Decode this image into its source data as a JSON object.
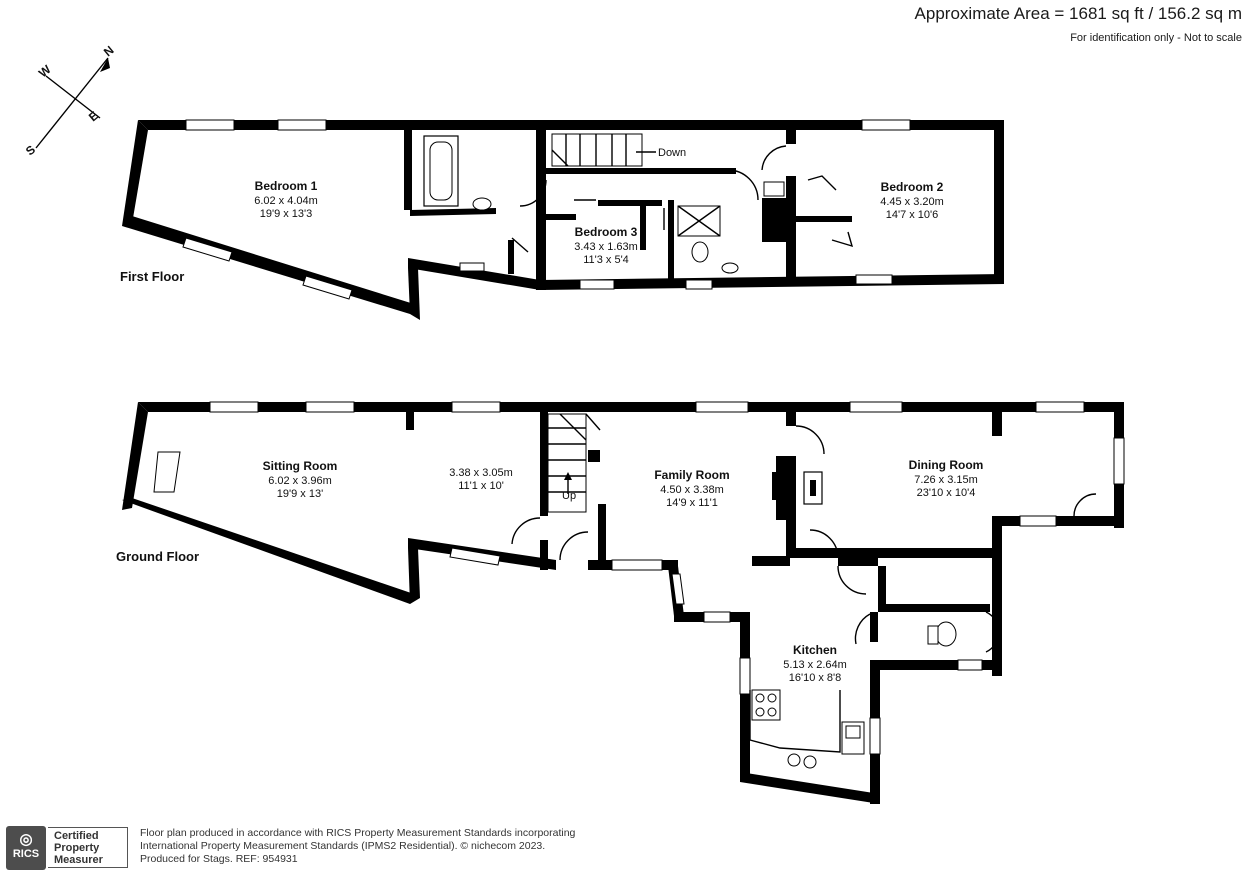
{
  "header": {
    "area": "Approximate Area = 1681 sq ft / 156.2 sq m",
    "note": "For identification only - Not to scale"
  },
  "compass": {
    "n": "N",
    "s": "S",
    "e": "E",
    "w": "W"
  },
  "first_floor": {
    "label": "First Floor",
    "stairs_label": "Down",
    "rooms": [
      {
        "name": "Bedroom 1",
        "metric": "6.02 x 4.04m",
        "imperial": "19'9 x 13'3"
      },
      {
        "name": "Bedroom 3",
        "metric": "3.43 x 1.63m",
        "imperial": "11'3 x 5'4"
      },
      {
        "name": "Bedroom 2",
        "metric": "4.45 x 3.20m",
        "imperial": "14'7 x 10'6"
      }
    ]
  },
  "ground_floor": {
    "label": "Ground Floor",
    "stairs_label": "Up",
    "rooms": [
      {
        "name": "Sitting Room",
        "metric": "6.02 x 3.96m",
        "imperial": "19'9 x 13'"
      },
      {
        "name": "",
        "metric": "3.38 x 3.05m",
        "imperial": "11'1 x 10'"
      },
      {
        "name": "Family Room",
        "metric": "4.50 x 3.38m",
        "imperial": "14'9 x 11'1"
      },
      {
        "name": "Dining Room",
        "metric": "7.26 x 3.15m",
        "imperial": "23'10 x 10'4"
      },
      {
        "name": "Kitchen",
        "metric": "5.13 x 2.64m",
        "imperial": "16'10 x 8'8"
      }
    ]
  },
  "footer": {
    "logo": "RICS",
    "badge": [
      "Certified",
      "Property",
      "Measurer"
    ],
    "lines": [
      "Floor plan produced in accordance with RICS Property Measurement Standards incorporating",
      "International Property Measurement Standards (IPMS2 Residential).  © nichecom 2023.",
      "Produced for Stags.  REF: 954931"
    ]
  }
}
